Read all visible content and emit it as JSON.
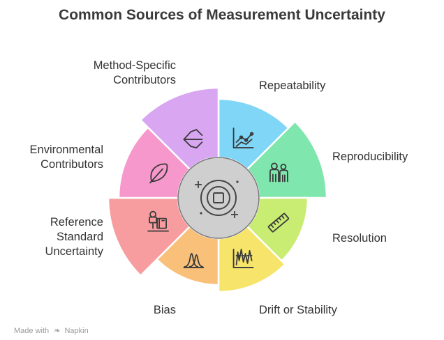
{
  "title": "Common Sources of Measurement Uncertainty",
  "segments": [
    {
      "id": "repeatability",
      "label": "Repeatability",
      "color": "#7fd6f7",
      "icon": "line-chart-icon"
    },
    {
      "id": "reproducibility",
      "label": "Reproducibility",
      "color": "#7fe6ad",
      "icon": "people-icon"
    },
    {
      "id": "resolution",
      "label": "Resolution",
      "color": "#c9ec72",
      "icon": "ruler-icon"
    },
    {
      "id": "drift",
      "label": "Drift or Stability",
      "color": "#f7e46a",
      "icon": "drift-chart-icon"
    },
    {
      "id": "bias",
      "label": "Bias",
      "color": "#f9c07a",
      "icon": "distribution-icon"
    },
    {
      "id": "reference",
      "label": "Reference\nStandard\nUncertainty",
      "color": "#f79da0",
      "icon": "balance-icon"
    },
    {
      "id": "environmental",
      "label": "Environmental\nContributors",
      "color": "#f798cc",
      "icon": "leaf-icon"
    },
    {
      "id": "method",
      "label": "Method-Specific\nContributors",
      "color": "#d9a6f2",
      "icon": "network-icon"
    }
  ],
  "hub": {
    "icon": "target-icon",
    "color": "#cfcfcf"
  },
  "footer": {
    "made_with": "Made with",
    "brand": "Napkin",
    "brand_icon": "napkin-logo-icon"
  }
}
